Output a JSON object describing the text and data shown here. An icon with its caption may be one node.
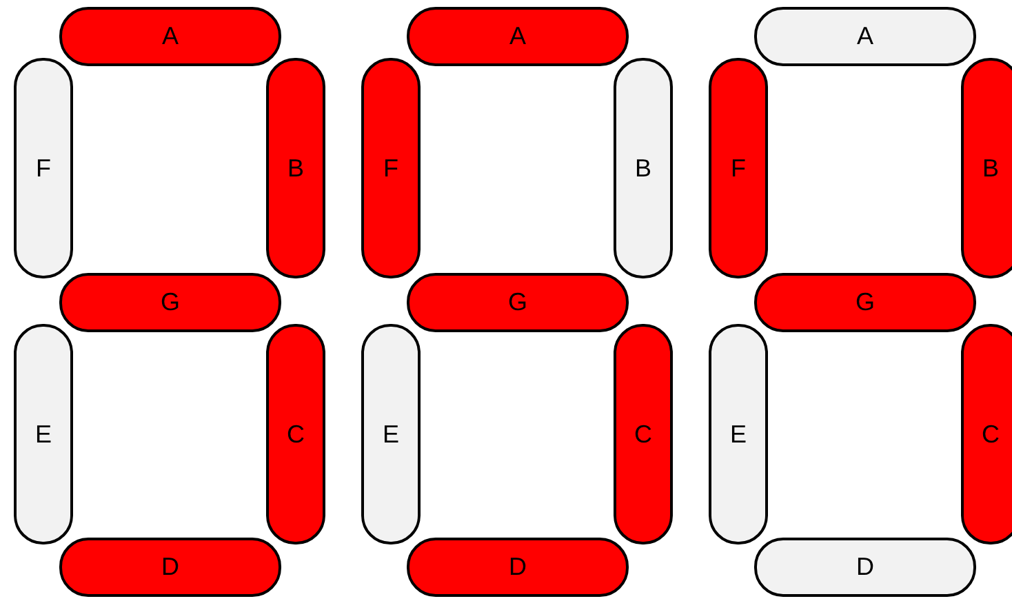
{
  "diagram": {
    "nodes": [
      {
        "text": [
          "A"
        ]
      },
      {
        "text": [
          "F"
        ]
      },
      {
        "text": [
          "B"
        ]
      },
      {
        "text": [
          "G"
        ]
      },
      {
        "text": [
          "E"
        ]
      },
      {
        "text": [
          "C"
        ]
      },
      {
        "text": [
          "D"
        ]
      },
      {
        "text": [
          "A"
        ]
      },
      {
        "text": [
          "F"
        ]
      },
      {
        "text": [
          "B"
        ]
      },
      {
        "text": [
          "G"
        ]
      },
      {
        "text": [
          "E"
        ]
      },
      {
        "text": [
          "C"
        ]
      },
      {
        "text": [
          "D"
        ]
      },
      {
        "text": [
          "A"
        ]
      },
      {
        "text": [
          "F"
        ]
      },
      {
        "text": [
          "B"
        ]
      },
      {
        "text": [
          "G"
        ]
      },
      {
        "text": [
          "E"
        ]
      },
      {
        "text": [
          "C"
        ]
      },
      {
        "text": [
          "D"
        ]
      }
    ]
  }
}
